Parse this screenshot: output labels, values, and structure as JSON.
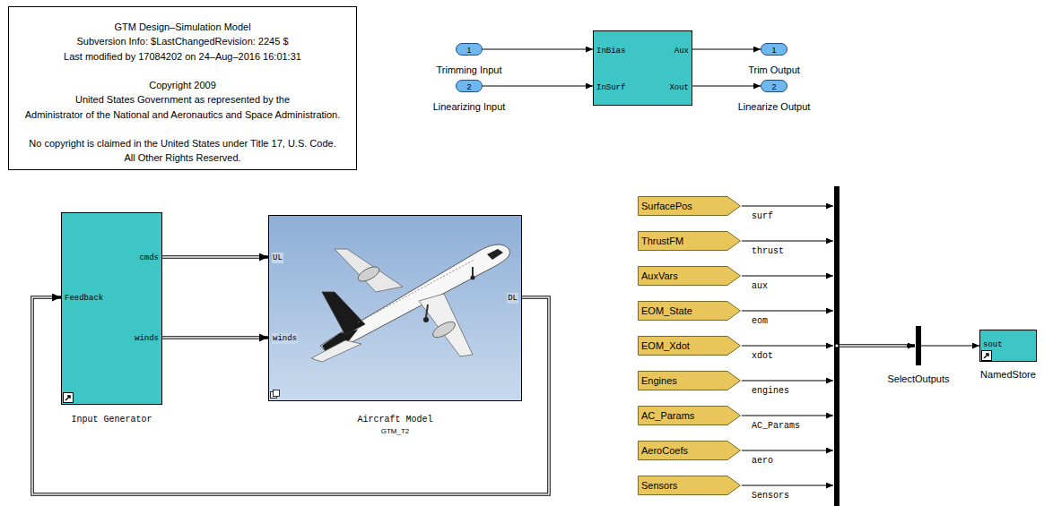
{
  "diagram": {
    "nodes": [
      {
        "text": [
          "GTM Design–Simulation Model",
          "Subversion Info: $LastChangedRevision: 2245 $",
          "Last modified by 17084202 on 24–Aug–2016 16:01:31",
          "Copyright 2009",
          "United States Government as represented by the",
          "Administrator of the National and Aeronautics and Space Administration.",
          "No copyright is claimed in the United States under Title 17, U.S. Code.",
          "All Other Rights Reserved."
        ]
      },
      {
        "text": [
          "1",
          "Trimming Input"
        ]
      },
      {
        "text": [
          "2",
          "Linearizing Input"
        ]
      },
      {
        "text": [
          "InBias",
          "InSurf",
          "Aux",
          "Xout"
        ]
      },
      {
        "text": [
          "1",
          "Trim Output"
        ]
      },
      {
        "text": [
          "2",
          "Linearize Output"
        ]
      },
      {
        "text": [
          "Feedback",
          "cmds",
          "winds",
          "Input Generator"
        ]
      },
      {
        "text": [
          "UL",
          "winds",
          "DL",
          "Aircraft Model",
          "GTM_T2"
        ]
      },
      {
        "text": [
          "SurfacePos"
        ]
      },
      {
        "text": [
          "ThrustFM"
        ]
      },
      {
        "text": [
          "AuxVars"
        ]
      },
      {
        "text": [
          "EOM_State"
        ]
      },
      {
        "text": [
          "EOM_Xdot"
        ]
      },
      {
        "text": [
          "Engines"
        ]
      },
      {
        "text": [
          "AC_Params"
        ]
      },
      {
        "text": [
          "AeroCoefs"
        ]
      },
      {
        "text": [
          "Sensors"
        ]
      },
      {
        "text": [
          "SelectOutputs"
        ]
      },
      {
        "text": [
          "sout",
          "NamedStore"
        ]
      }
    ],
    "edges": [
      {
        "from": 1,
        "to": 3,
        "arrow": "to"
      },
      {
        "from": 2,
        "to": 3,
        "arrow": "to"
      },
      {
        "from": 3,
        "to": 4,
        "arrow": "to"
      },
      {
        "from": 3,
        "to": 5,
        "arrow": "to"
      },
      {
        "from": 6,
        "to": 7,
        "arrow": "to"
      },
      {
        "from": 6,
        "to": 7,
        "arrow": "to"
      },
      {
        "from": 7,
        "to": 6,
        "arrow": "to"
      },
      {
        "from": 17,
        "to": 18,
        "arrow": "to"
      }
    ],
    "labels": [
      "surf",
      "thrust",
      "aux",
      "eom",
      "xdot",
      "engines",
      "AC_Params",
      "aero",
      "Sensors"
    ]
  }
}
